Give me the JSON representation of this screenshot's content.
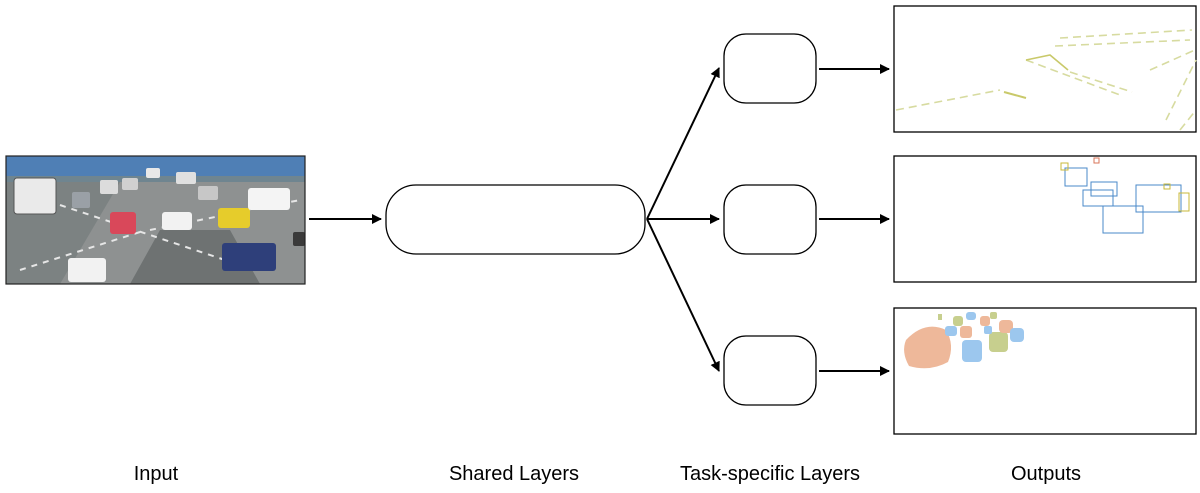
{
  "labels": {
    "input": "Input",
    "shared": "Shared Layers",
    "task": "Task-specific Layers",
    "outputs": "Outputs"
  },
  "colors": {
    "stroke": "#000000",
    "lane": "#d7dba0",
    "lane_dark": "#c9c96a",
    "box_blue": "#4a88c8",
    "box_yellow": "#c9b93a",
    "box_red": "#d9765a",
    "seg_salmon": "#eeb89a",
    "seg_blue": "#9cc7ee",
    "seg_olive": "#c7cf8e",
    "photo_road": "#8e9191",
    "photo_fence": "#4f7fb5"
  },
  "inputs": {
    "image": "traffic-intersection-photo"
  },
  "outputs": [
    {
      "type": "lane-markings"
    },
    {
      "type": "bounding-boxes"
    },
    {
      "type": "instance-segmentation"
    }
  ]
}
